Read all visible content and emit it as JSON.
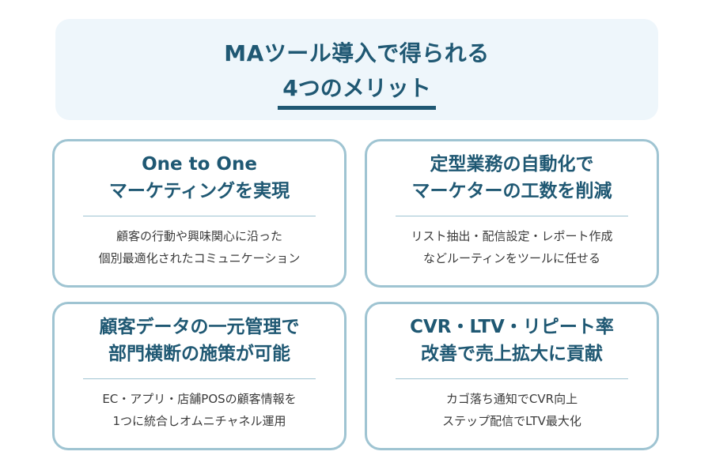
{
  "header": {
    "line1": "MAツール導入で得られる",
    "line2": "4つのメリット"
  },
  "cards": [
    {
      "title_line1": "One to One",
      "title_line2": "マーケティングを実現",
      "desc_line1": "顧客の行動や興味関心に沿った",
      "desc_line2": "個別最適化されたコミュニケーション"
    },
    {
      "title_line1": "定型業務の自動化で",
      "title_line2": "マーケターの工数を削減",
      "desc_line1": "リスト抽出・配信設定・レポート作成",
      "desc_line2": "などルーティンをツールに任せる"
    },
    {
      "title_line1": "顧客データの一元管理で",
      "title_line2": "部門横断の施策が可能",
      "desc_line1": "EC・アプリ・店舗POSの顧客情報を",
      "desc_line2": "1つに統合しオムニチャネル運用"
    },
    {
      "title_line1": "CVR・LTV・リピート率",
      "title_line2": "改善で売上拡大に貢献",
      "desc_line1": "カゴ落ち通知でCVR向上",
      "desc_line2": "ステップ配信でLTV最大化"
    }
  ],
  "colors": {
    "primary": "#1f5873",
    "border": "#9fc4d2",
    "header_bg": "#eef6fb",
    "text": "#3a3a3a"
  }
}
